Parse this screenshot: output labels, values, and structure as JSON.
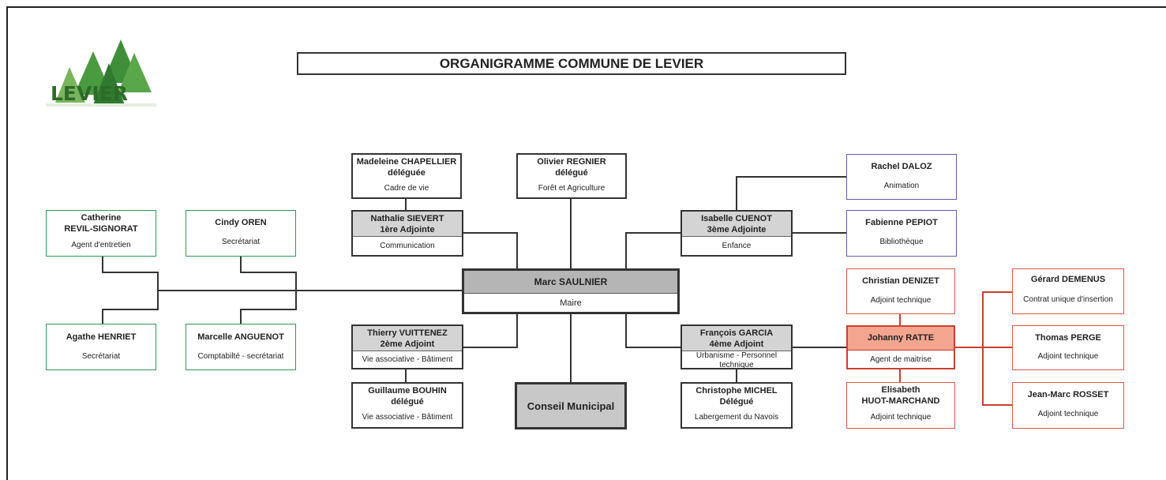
{
  "title": "ORGANIGRAMME COMMUNE DE LEVIER",
  "logo": {
    "text": "LEVIER",
    "icon": "fir-trees-logo"
  },
  "mayor": {
    "name": "Marc SAULNIER",
    "role": "Maire"
  },
  "council": "Conseil Municipal",
  "chapellier": {
    "name": "Madeleine CHAPELLIER",
    "role": "déléguée",
    "area": "Cadre de vie"
  },
  "regnier": {
    "name": "Olivier REGNIER",
    "role": "délégué",
    "area": "Forêt et Agriculture"
  },
  "sievert": {
    "name": "Nathalie SIEVERT",
    "role": "1ère Adjointe",
    "area": "Communication"
  },
  "cuenot": {
    "name": "Isabelle CUENOT",
    "role": "3ème Adjointe",
    "area": "Enfance"
  },
  "daloz": {
    "name": "Rachel DALOZ",
    "area": "Animation"
  },
  "pepiot": {
    "name": "Fabienne PEPIOT",
    "area": "Bibliothèque"
  },
  "revil": {
    "name1": "Catherine",
    "name2": "REVIL-SIGNORAT",
    "area": "Agent d'entretien"
  },
  "oren": {
    "name": "Cindy OREN",
    "area": "Secrétariat"
  },
  "henriet": {
    "name": "Agathe HENRIET",
    "area": "Secrétariat"
  },
  "anguenot": {
    "name": "Marcelle ANGUENOT",
    "area": "Comptabilté - secrétariat"
  },
  "vuittenez": {
    "name": "Thierry VUITTENEZ",
    "role": "2ème Adjoint",
    "area": "Vie associative - Bâtiment"
  },
  "bouhin": {
    "name": "Guillaume BOUHIN",
    "role": "délégué",
    "area": "Vie associative - Bâtiment"
  },
  "garcia": {
    "name": "François GARCIA",
    "role": "4ème Adjoint",
    "area": "Urbanisme - Personnel technique"
  },
  "michel": {
    "name": "Christophe MICHEL",
    "role": "Délégué",
    "area": "Labergement du Navois"
  },
  "denizet": {
    "name": "Christian DENIZET",
    "area": "Adjoint technique"
  },
  "ratte": {
    "name": "Johanny RATTE",
    "area": "Agent de maitrise"
  },
  "huot": {
    "name1": "Elisabeth",
    "name2": "HUOT-MARCHAND",
    "area": "Adjoint technique"
  },
  "demenus": {
    "name": "Gérard DEMENUS",
    "area": "Contrat unique d'insertion"
  },
  "perge": {
    "name": "Thomas PERGE",
    "area": "Adjoint technique"
  },
  "rosset": {
    "name": "Jean-Marc ROSSET",
    "area": "Adjoint technique"
  },
  "colors": {
    "green": "#2f9a55",
    "purple": "#6a5aa8",
    "red": "#d9584a",
    "ratteHeader": "#f4a58f",
    "grey": "#d4d4d4"
  }
}
